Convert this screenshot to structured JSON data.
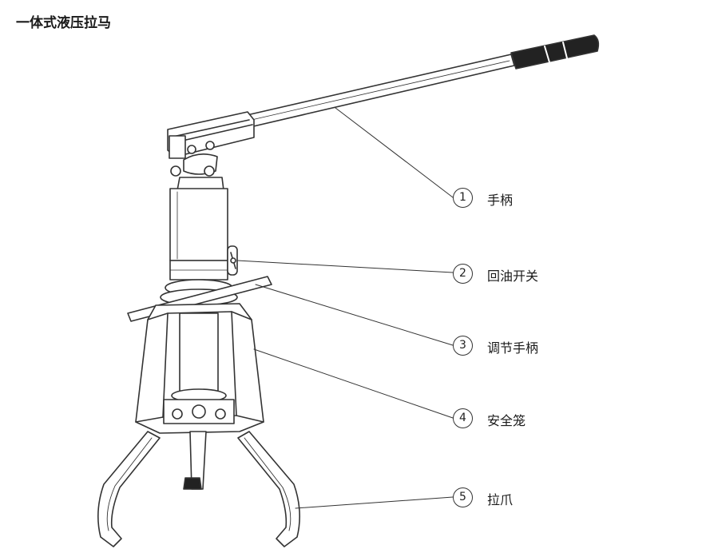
{
  "title": "一体式液压拉马",
  "callouts": [
    {
      "number": "1",
      "label": "手柄"
    },
    {
      "number": "2",
      "label": "回油开关"
    },
    {
      "number": "3",
      "label": "调节手柄"
    },
    {
      "number": "4",
      "label": "安全笼"
    },
    {
      "number": "5",
      "label": "拉爪"
    }
  ],
  "colors": {
    "line": "#333333",
    "background": "#ffffff"
  }
}
